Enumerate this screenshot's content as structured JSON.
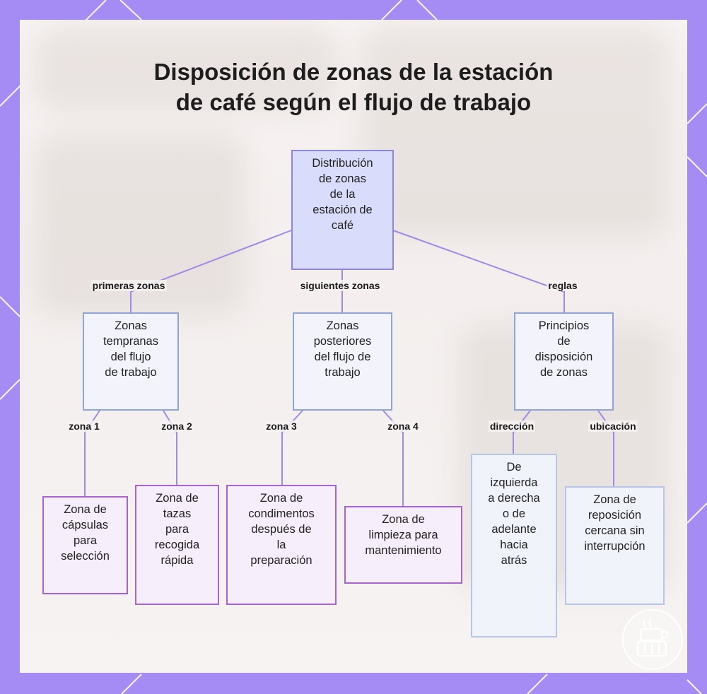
{
  "title": {
    "line1": "Disposición de zonas de la estación",
    "line2": "de café según el flujo de trabajo"
  },
  "nodes": {
    "root": [
      "Distribución",
      "de zonas",
      "de la",
      "estación de",
      "café"
    ],
    "early": [
      "Zonas",
      "tempranas",
      "del flujo",
      "de trabajo"
    ],
    "later": [
      "Zonas",
      "posteriores",
      "del flujo de",
      "trabajo"
    ],
    "principles": [
      "Principios",
      "de",
      "disposición",
      "de zonas"
    ],
    "capsules": [
      "Zona de",
      "cápsulas",
      "para",
      "selección"
    ],
    "cups": [
      "Zona de",
      "tazas",
      "para",
      "recogida",
      "rápida"
    ],
    "condiments": [
      "Zona de",
      "condimentos",
      "después de",
      "la",
      "preparación"
    ],
    "cleaning": [
      "Zona de",
      "limpieza para",
      "mantenimiento"
    ],
    "direction": [
      "De",
      "izquierda",
      "a derecha",
      "o de",
      "adelante",
      "hacia",
      "atrás"
    ],
    "restock": [
      "Zona de",
      "reposición",
      "cercana sin",
      "interrupción"
    ]
  },
  "edge_labels": {
    "first_zones": "primeras zonas",
    "next_zones": "siguientes zonas",
    "rules": "reglas",
    "zone1": "zona 1",
    "zone2": "zona 2",
    "zone3": "zona 3",
    "zone4": "zona 4",
    "direction": "dirección",
    "location": "ubicación"
  },
  "colors": {
    "background": "#a58cf5",
    "edge": "#a08ae6",
    "root_fill": "#d9dcfb",
    "leaf_border_purple": "#a564cf",
    "leaf_border_blue": "#b9c4e9"
  },
  "icons": {
    "logo": "coffee-machine-icon"
  }
}
